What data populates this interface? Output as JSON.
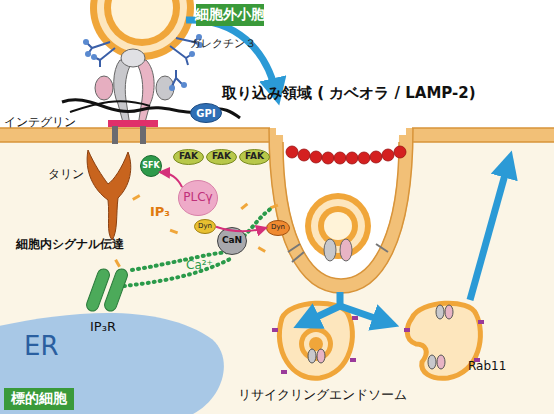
{
  "diagram": {
    "nodes": [
      {
        "text": [
          "細胞外小胞"
        ]
      },
      {
        "text": [
          "GPI"
        ]
      },
      {
        "text": [
          "SFK"
        ]
      },
      {
        "text": [
          "FAK"
        ]
      },
      {
        "text": [
          "FAK"
        ]
      },
      {
        "text": [
          "FAK"
        ]
      },
      {
        "text": [
          "PLCγ"
        ]
      },
      {
        "text": [
          "Dyn"
        ]
      },
      {
        "text": [
          "CaN"
        ]
      },
      {
        "text": [
          "Dyn"
        ]
      },
      {
        "text": [
          "ER"
        ]
      },
      {
        "text": [
          "標的細胞"
        ]
      }
    ],
    "edges": [
      {
        "from": 6,
        "to": 2,
        "arrow": "to"
      },
      {
        "from": 7,
        "to": 9,
        "arrow": "to"
      }
    ],
    "labels": [
      "ガレクチン３",
      "インテグリン",
      "取り込み領域 ( カベオラ / LAMP-2)",
      "タリン",
      "IP₃",
      "細胞内シグナル伝達",
      "Ca²⁺",
      "IP₃R",
      "Rab11",
      "リサイクリングエンドソーム"
    ]
  }
}
